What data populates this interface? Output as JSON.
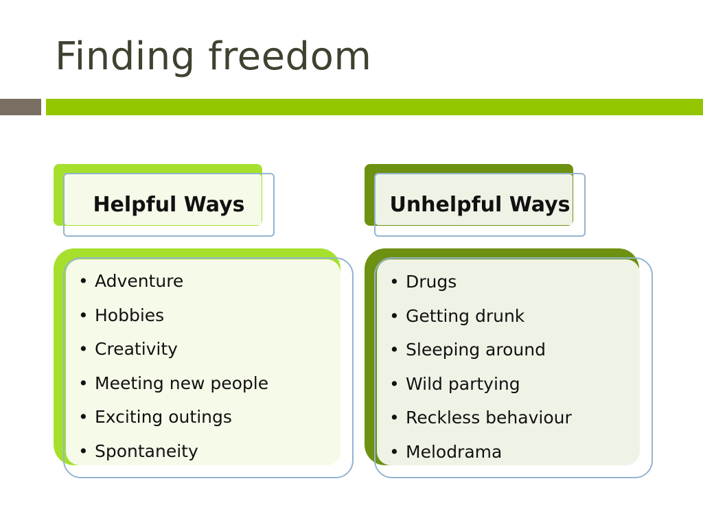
{
  "slide": {
    "title": "Finding freedom"
  },
  "colors": {
    "title": "#3f4230",
    "rule_gray": "#7b6e62",
    "rule_green": "#94c600",
    "helpful_accent": "#a6e02d",
    "helpful_fill": "#f5fae9",
    "unhelpful_accent": "#6d9111",
    "unhelpful_fill": "#eff3e6",
    "frame_blue": "#93b4cf"
  },
  "columns": [
    {
      "heading": "Helpful Ways",
      "items": [
        "Adventure",
        "Hobbies",
        "Creativity",
        "Meeting new people",
        "Exciting outings",
        "Spontaneity"
      ]
    },
    {
      "heading": "Unhelpful Ways",
      "items": [
        "Drugs",
        "Getting drunk",
        "Sleeping around",
        "Wild partying",
        "Reckless behaviour",
        "Melodrama"
      ]
    }
  ],
  "bullet_glyph": "•"
}
